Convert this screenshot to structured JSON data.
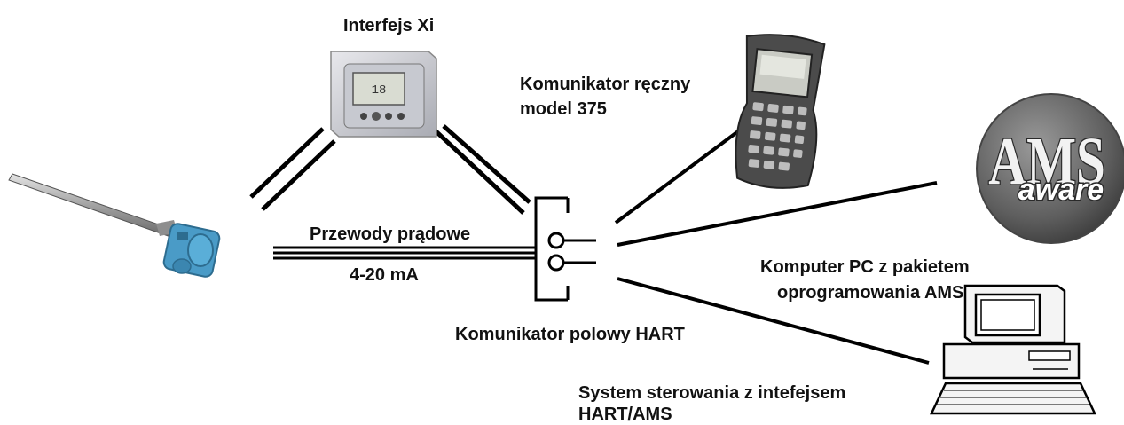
{
  "labels": {
    "xi_interface": "Interfejs Xi",
    "handheld_line1": "Komunikator ręczny",
    "handheld_line2": "model 375",
    "current_wires": "Przewody prądowe",
    "current_range": "4-20 mA",
    "hart_field_comm": "Komunikator polowy HART",
    "pc_line1": "Komputer PC z pakietem",
    "pc_line2": "oprogramowania AMS",
    "control_line1": "System sterowania z intefejsem",
    "control_line2": "HART/AMS"
  },
  "ams_logo": {
    "top": "AMS",
    "bottom": "aware"
  },
  "colors": {
    "probe_head": "#4a9bc7",
    "logo_disc": "#6f6f6f",
    "line": "#000000"
  }
}
